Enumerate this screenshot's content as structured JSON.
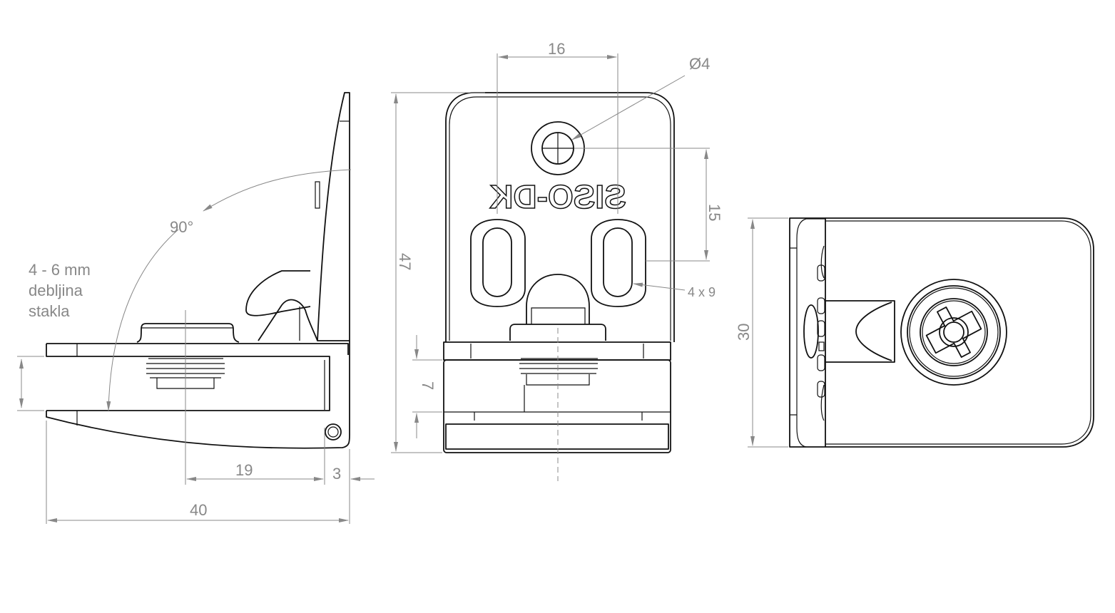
{
  "side_view": {
    "angle_label": "90°",
    "glass_label_line1": "4 - 6 mm",
    "glass_label_line2": "debljina",
    "glass_label_line3": "stakla",
    "dim_19": "19",
    "dim_3": "3",
    "dim_40": "40"
  },
  "front_view": {
    "dim_16": "16",
    "dim_hole": "Ø4",
    "dim_15": "15",
    "dim_47": "47",
    "dim_slot": "4 x 9",
    "dim_7": "7",
    "logo_text": "SISO-DK"
  },
  "top_view": {
    "dim_30": "30"
  },
  "colors": {
    "outline": "#111111",
    "dimension": "#888888"
  }
}
